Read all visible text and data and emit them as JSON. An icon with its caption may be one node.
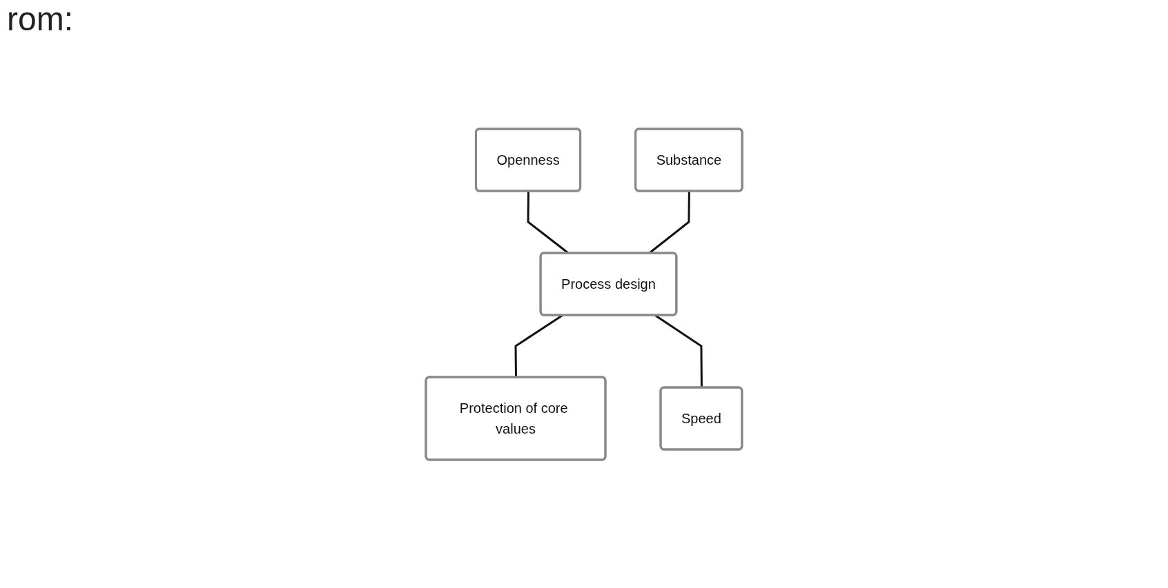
{
  "diagram": {
    "nodes": [
      {
        "text": [
          "Openness"
        ]
      },
      {
        "text": [
          "Substance"
        ]
      },
      {
        "text": [
          "Process design"
        ]
      },
      {
        "text": [
          "Protection of core values"
        ]
      },
      {
        "text": [
          "Speed"
        ]
      }
    ],
    "edges": [
      {
        "from": 0,
        "to": 2,
        "arrow": "none"
      },
      {
        "from": 1,
        "to": 2,
        "arrow": "none"
      },
      {
        "from": 2,
        "to": 3,
        "arrow": "none"
      },
      {
        "from": 2,
        "to": 4,
        "arrow": "none"
      }
    ],
    "labels": [
      "rom:"
    ]
  }
}
